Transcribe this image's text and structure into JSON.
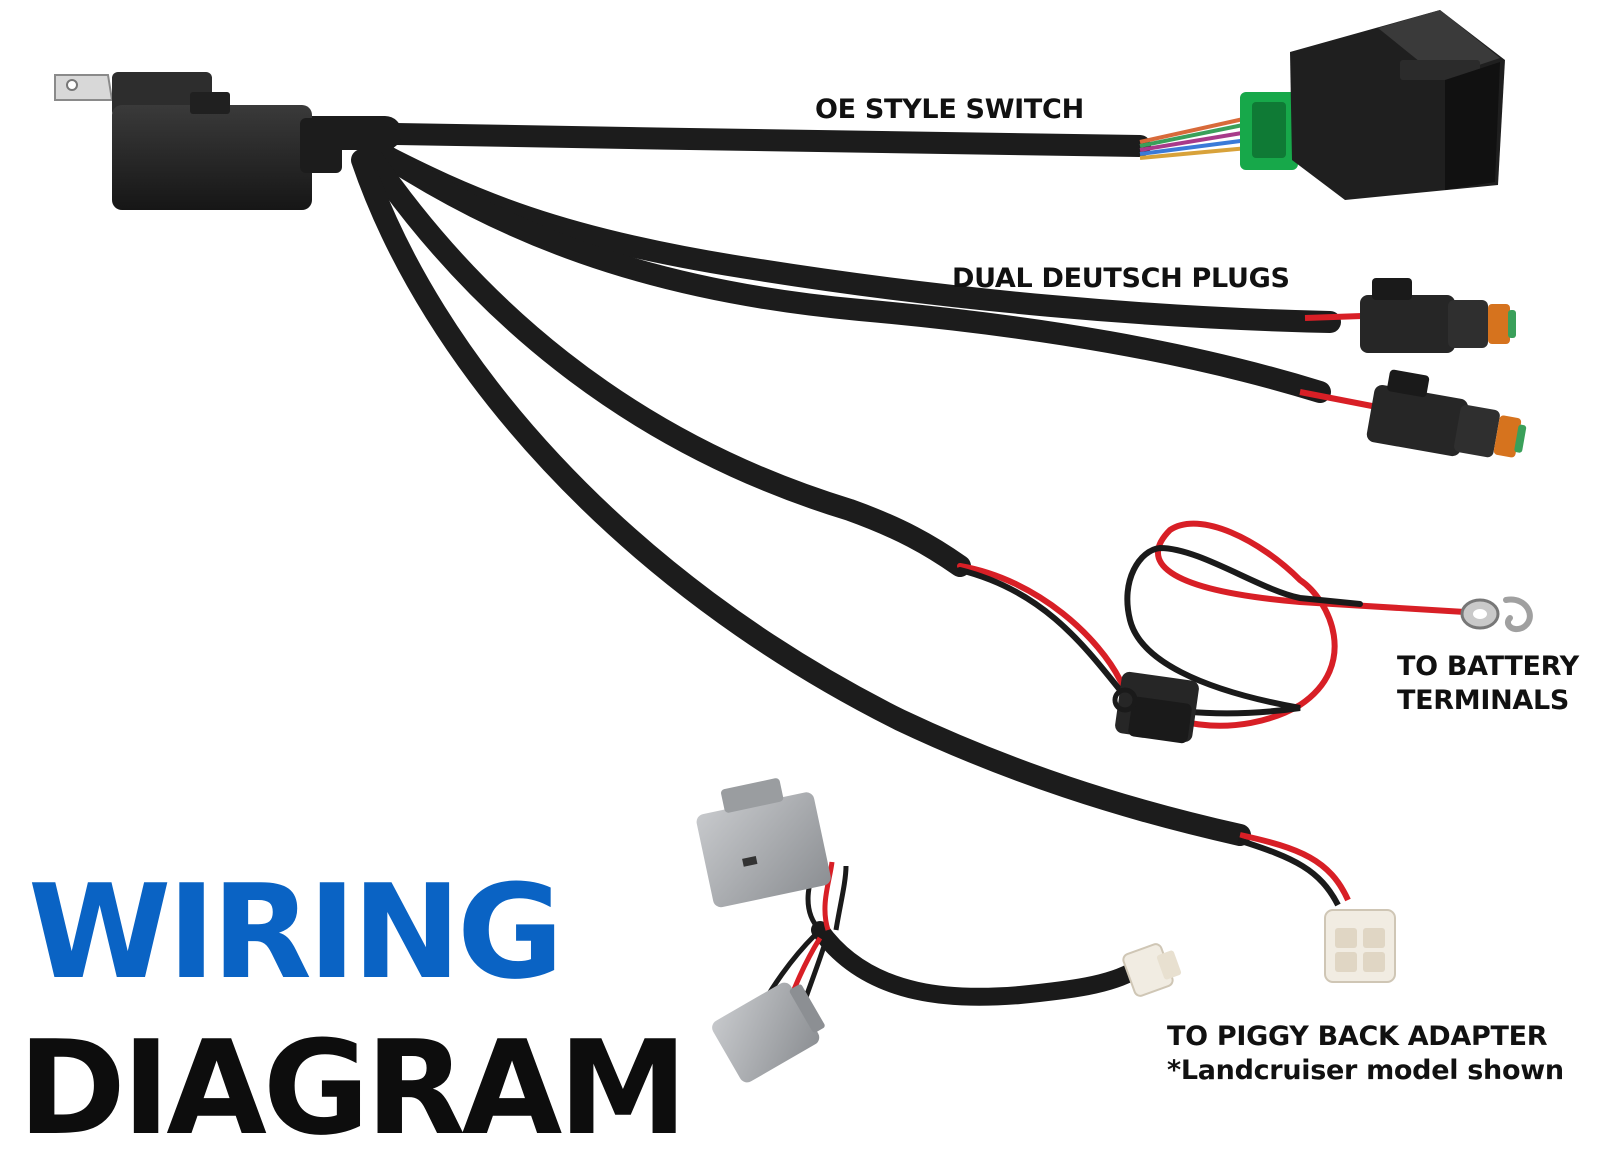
{
  "labels": {
    "oe_switch": "OE STYLE SWITCH",
    "deutsch": "DUAL DEUTSCH PLUGS",
    "battery_1": "TO BATTERY",
    "battery_2": "TERMINALS",
    "piggy_1": "TO PIGGY BACK ADAPTER",
    "piggy_2": "*Landcruiser model shown"
  },
  "title": {
    "line1": "WIRING",
    "line2": "DIAGRAM"
  },
  "colors": {
    "title_blue": "#0a63c4",
    "title_black": "#0d0d0d",
    "wire_black": "#1c1c1c",
    "wire_red": "#d81f26",
    "connector_green": "#17a84a",
    "connector_orange": "#d6731e",
    "connector_grey": "#a9acaf",
    "connector_white": "#f1ece2"
  },
  "icons": {
    "relay": "relay-block",
    "switch": "rocker-switch",
    "deutsch_plug": "deutsch-connector",
    "fuse": "inline-fuse-holder",
    "ring_terminal": "ring-terminal",
    "piggy_plug": "piggyback-plug",
    "adapter": "piggyback-adapter"
  }
}
